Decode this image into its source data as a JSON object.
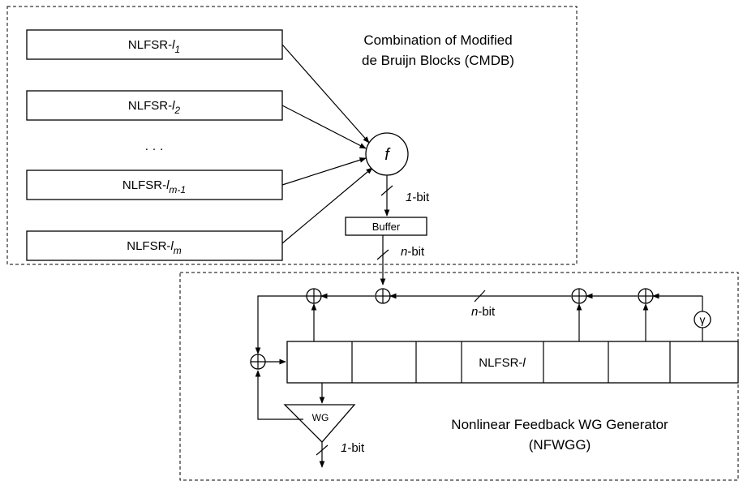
{
  "cmdb": {
    "title_line1": "Combination of Modified",
    "title_line2": "de Bruijn Blocks (CMDB)",
    "blocks": [
      {
        "prefix": "NLFSR-",
        "var": "l",
        "sub": "1"
      },
      {
        "prefix": "NLFSR-",
        "var": "l",
        "sub": "2"
      },
      {
        "prefix": "NLFSR-",
        "var": "l",
        "sub": "m-1"
      },
      {
        "prefix": "NLFSR-",
        "var": "l",
        "sub": "m"
      }
    ],
    "ellipsis": "· · ·",
    "function_label": "f",
    "out_bits": {
      "num": "1",
      "unit": "-bit"
    },
    "buffer_label": "Buffer",
    "buffer_out_bits": {
      "num": "n",
      "unit": "-bit"
    }
  },
  "nfwgg": {
    "title_line1": "Nonlinear Feedback WG Generator",
    "title_line2": "(NFWGG)",
    "register_label": {
      "prefix": "NLFSR-",
      "var": "l"
    },
    "feedback_bits": {
      "num": "n",
      "unit": "-bit"
    },
    "gamma_label": "γ",
    "wg_label": "WG",
    "out_bits": {
      "num": "1",
      "unit": "-bit"
    }
  }
}
